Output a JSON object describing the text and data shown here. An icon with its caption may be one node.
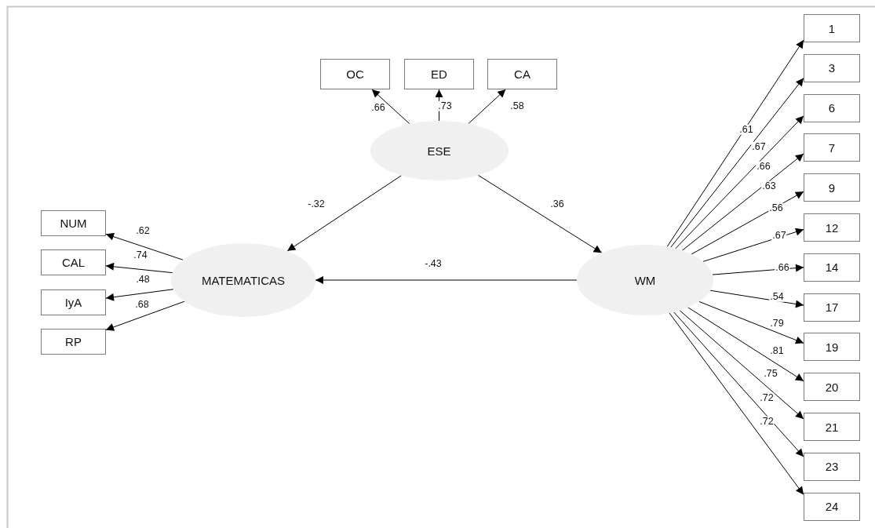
{
  "diagram": {
    "nodes": [
      {
        "text": [
          "ESE"
        ]
      },
      {
        "text": [
          "MATEMATICAS"
        ]
      },
      {
        "text": [
          "WM"
        ]
      },
      {
        "text": [
          "OC"
        ]
      },
      {
        "text": [
          "ED"
        ]
      },
      {
        "text": [
          "CA"
        ]
      },
      {
        "text": [
          "NUM"
        ]
      },
      {
        "text": [
          "CAL"
        ]
      },
      {
        "text": [
          "IyA"
        ]
      },
      {
        "text": [
          "RP"
        ]
      },
      {
        "text": [
          "1"
        ]
      },
      {
        "text": [
          "3"
        ]
      },
      {
        "text": [
          "6"
        ]
      },
      {
        "text": [
          "7"
        ]
      },
      {
        "text": [
          "9"
        ]
      },
      {
        "text": [
          "12"
        ]
      },
      {
        "text": [
          "14"
        ]
      },
      {
        "text": [
          "17"
        ]
      },
      {
        "text": [
          "19"
        ]
      },
      {
        "text": [
          "20"
        ]
      },
      {
        "text": [
          "21"
        ]
      },
      {
        "text": [
          "23"
        ]
      },
      {
        "text": [
          "24"
        ]
      }
    ],
    "edges": [
      {
        "from": 0,
        "to": 3,
        "arrow": "to",
        "label": ".66"
      },
      {
        "from": 0,
        "to": 4,
        "arrow": "to",
        "label": ".73"
      },
      {
        "from": 0,
        "to": 5,
        "arrow": "to",
        "label": ".58"
      },
      {
        "from": 1,
        "to": 6,
        "arrow": "to",
        "label": ".62"
      },
      {
        "from": 1,
        "to": 7,
        "arrow": "to",
        "label": ".74"
      },
      {
        "from": 1,
        "to": 8,
        "arrow": "to",
        "label": ".48"
      },
      {
        "from": 1,
        "to": 9,
        "arrow": "to",
        "label": ".68"
      },
      {
        "from": 0,
        "to": 1,
        "arrow": "to",
        "label": "-.32"
      },
      {
        "from": 0,
        "to": 2,
        "arrow": "to",
        "label": ".36"
      },
      {
        "from": 2,
        "to": 1,
        "arrow": "to",
        "label": "-.43"
      },
      {
        "from": 2,
        "to": 10,
        "arrow": "to",
        "label": ".61"
      },
      {
        "from": 2,
        "to": 11,
        "arrow": "to",
        "label": ".67"
      },
      {
        "from": 2,
        "to": 12,
        "arrow": "to",
        "label": ".66"
      },
      {
        "from": 2,
        "to": 13,
        "arrow": "to",
        "label": ".63"
      },
      {
        "from": 2,
        "to": 14,
        "arrow": "to",
        "label": ".56"
      },
      {
        "from": 2,
        "to": 15,
        "arrow": "to",
        "label": ".67"
      },
      {
        "from": 2,
        "to": 16,
        "arrow": "to",
        "label": ".66"
      },
      {
        "from": 2,
        "to": 17,
        "arrow": "to",
        "label": ".54"
      },
      {
        "from": 2,
        "to": 18,
        "arrow": "to",
        "label": ".79"
      },
      {
        "from": 2,
        "to": 19,
        "arrow": "to",
        "label": ".81"
      },
      {
        "from": 2,
        "to": 20,
        "arrow": "to",
        "label": ".75"
      },
      {
        "from": 2,
        "to": 21,
        "arrow": "to",
        "label": ".72"
      },
      {
        "from": 2,
        "to": 22,
        "arrow": "to",
        "label": ".72"
      }
    ]
  }
}
